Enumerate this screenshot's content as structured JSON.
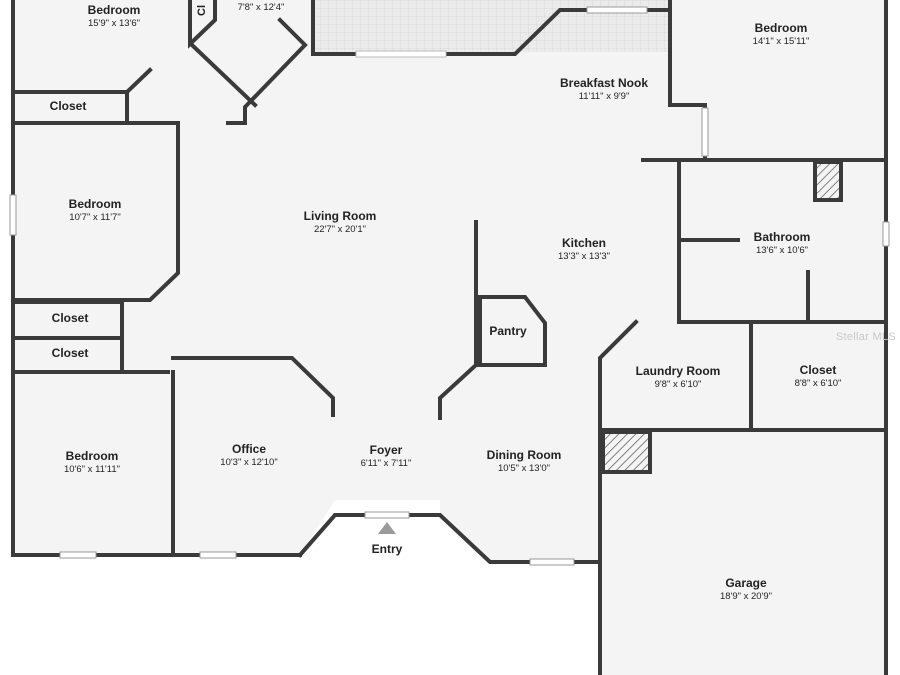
{
  "rooms": [
    {
      "id": "bedroom-nw",
      "name": "Bedroom",
      "dims": "15'9\" x 13'6\""
    },
    {
      "id": "top-small",
      "name": "",
      "dims": "7'8\" x 12'4\""
    },
    {
      "id": "bedroom-ne",
      "name": "Bedroom",
      "dims": "14'1\" x 15'11\""
    },
    {
      "id": "breakfast-nook",
      "name": "Breakfast Nook",
      "dims": "11'11\" x 9'9\""
    },
    {
      "id": "bedroom-w",
      "name": "Bedroom",
      "dims": "10'7\" x 11'7\""
    },
    {
      "id": "living-room",
      "name": "Living Room",
      "dims": "22'7\" x 20'1\""
    },
    {
      "id": "kitchen",
      "name": "Kitchen",
      "dims": "13'3\" x 13'3\""
    },
    {
      "id": "bathroom",
      "name": "Bathroom",
      "dims": "13'6\" x 10'6\""
    },
    {
      "id": "laundry-room",
      "name": "Laundry Room",
      "dims": "9'8\" x 6'10\""
    },
    {
      "id": "closet-e",
      "name": "Closet",
      "dims": "8'8\" x 6'10\""
    },
    {
      "id": "bedroom-sw",
      "name": "Bedroom",
      "dims": "10'6\" x 11'11\""
    },
    {
      "id": "office",
      "name": "Office",
      "dims": "10'3\" x 12'10\""
    },
    {
      "id": "foyer",
      "name": "Foyer",
      "dims": "6'11\" x 7'11\""
    },
    {
      "id": "dining-room",
      "name": "Dining Room",
      "dims": "10'5\" x 13'0\""
    },
    {
      "id": "garage",
      "name": "Garage",
      "dims": "18'9\" x 20'9\""
    }
  ],
  "labels": {
    "closet_1": "Closet",
    "closet_2": "Closet",
    "closet_3": "Closet",
    "pantry": "Pantry",
    "entry": "Entry",
    "cut_label": "Cl"
  },
  "watermark": "Stellar MLS",
  "colors": {
    "wall": "#3a3a3a",
    "floor": "#f4f4f4",
    "window": "#ffffff",
    "hatch": "#666666",
    "tile": "#ebebeb",
    "entry_marker": "#9a9a9a"
  }
}
